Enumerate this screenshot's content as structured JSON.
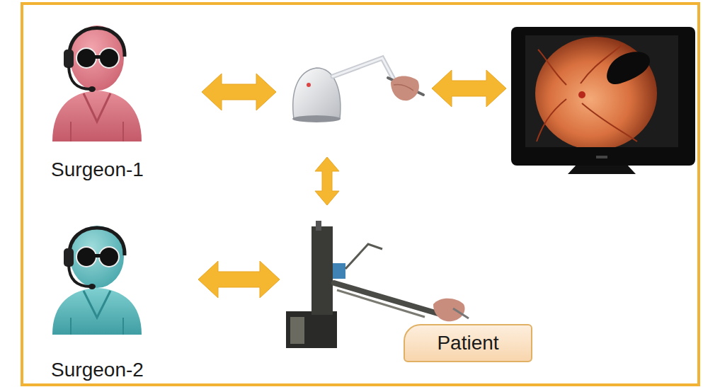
{
  "diagram": {
    "nodes": [
      {
        "text": [
          "Surgeon-1"
        ]
      },
      {
        "text": []
      },
      {
        "text": []
      },
      {
        "text": [
          "Surgeon-2"
        ]
      },
      {
        "text": []
      },
      {
        "text": [
          "Patient"
        ]
      }
    ],
    "edges": [
      {
        "from": 0,
        "to": 1,
        "arrow": "both"
      },
      {
        "from": 1,
        "to": 2,
        "arrow": "both"
      },
      {
        "from": 1,
        "to": 4,
        "arrow": "both"
      },
      {
        "from": 3,
        "to": 4,
        "arrow": "both"
      }
    ]
  }
}
